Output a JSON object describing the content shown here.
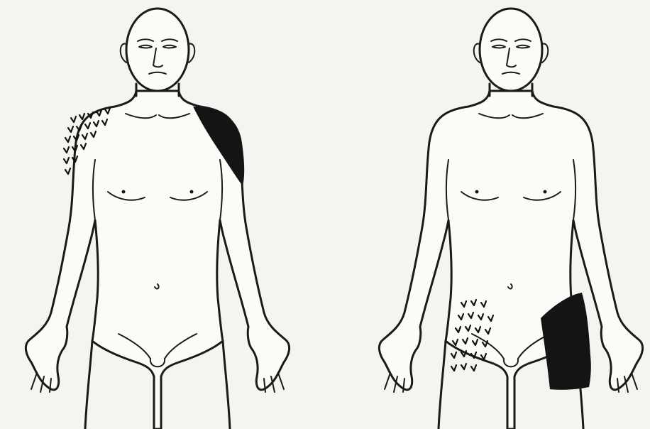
{
  "figures": [
    {
      "id": "figure-left",
      "shaded_regions": [
        {
          "region": "right-shoulder",
          "pattern": "stippled"
        },
        {
          "region": "left-shoulder",
          "pattern": "solid-black"
        }
      ]
    },
    {
      "id": "figure-right",
      "shaded_regions": [
        {
          "region": "right-inguinal-thigh",
          "pattern": "stippled"
        },
        {
          "region": "left-hip-thigh",
          "pattern": "solid-black"
        }
      ]
    }
  ],
  "colors": {
    "background": "#f4f4f1",
    "line": "#1a1a1a",
    "fill_dark": "#141414"
  }
}
